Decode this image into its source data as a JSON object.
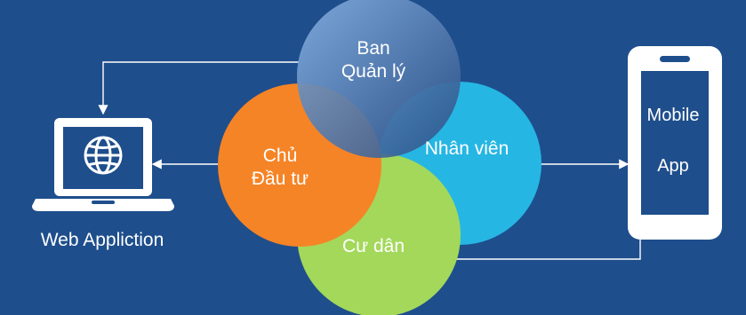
{
  "web_app": {
    "label": "Web Appliction",
    "icon": "globe-icon"
  },
  "mobile_app": {
    "line1": "Mobile",
    "line2": "App",
    "icon": "smartphone-icon"
  },
  "stakeholders": {
    "ban_quan_ly": {
      "line1": "Ban",
      "line2": "Quản lý",
      "color": "#5b7fb4"
    },
    "chu_dau_tu": {
      "line1": "Chủ",
      "line2": "Đầu tư",
      "color": "#f58426"
    },
    "nhan_vien": {
      "label": "Nhân viên",
      "color": "#26b6e3"
    },
    "cu_dan": {
      "label": "Cư dân",
      "color": "#a3d85a"
    }
  },
  "colors": {
    "background": "#1e4e8c",
    "connector": "#ffffff"
  }
}
